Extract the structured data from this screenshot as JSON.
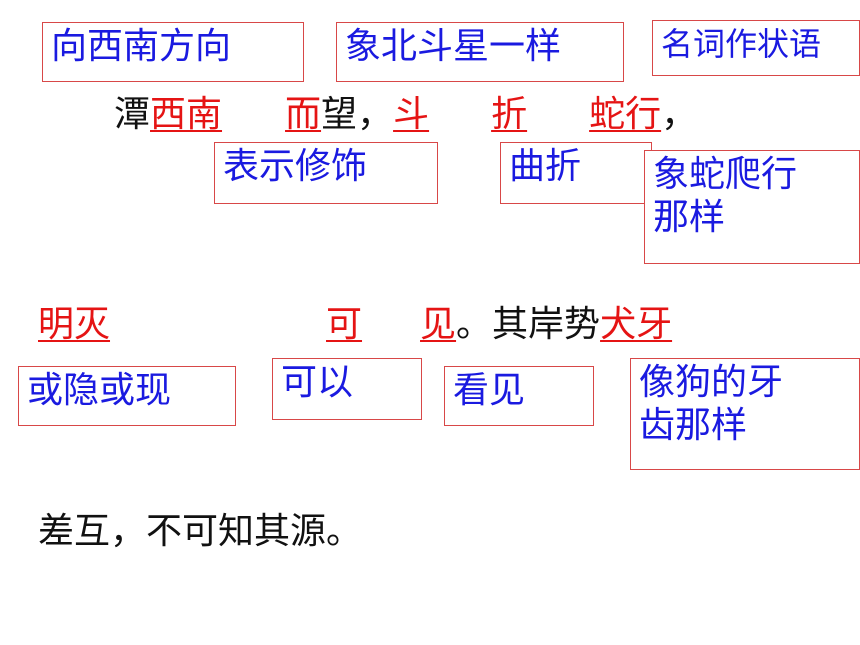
{
  "colors": {
    "highlight": "#e51414",
    "annotation_text": "#1a1ae0",
    "annotation_border": "#d84848",
    "body_text": "#111111"
  },
  "annotations": {
    "xinan": "向西南方向",
    "dou": "象北斗星一样",
    "mingci": "名词作状语",
    "er": "表示修饰",
    "zhe": "曲折",
    "she": "象蛇爬行",
    "she_2": "那样",
    "mingmie": "或隐或现",
    "ke": "可以",
    "jian": "看见",
    "quanya": "像狗的牙",
    "quanya_2": "齿那样"
  },
  "text": {
    "l1_tan": "潭",
    "l1_xinan": "西南",
    "l1_er": "而",
    "l1_wang": "望，",
    "l1_dou": "斗",
    "l1_zhe": "折",
    "l1_she": "蛇行",
    "l1_comma": "，",
    "l2_mingmie": "明灭",
    "l2_ke": "可",
    "l2_jian": "见",
    "l2_mid": "。其岸势",
    "l2_quanya": "犬牙",
    "l3": "差互，不可知其源。"
  }
}
